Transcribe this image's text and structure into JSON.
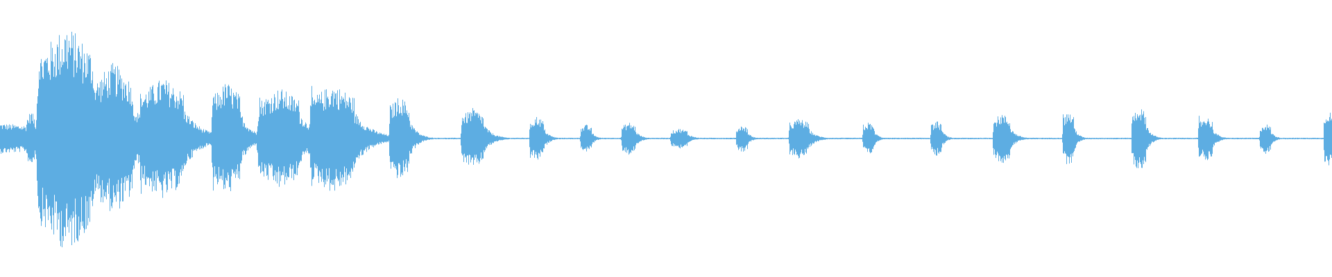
{
  "waveform": {
    "color": "#5dade2",
    "background": "#ffffff",
    "segments": [
      {
        "t": 0.0,
        "amp": 0.12,
        "dur": 0.035
      },
      {
        "t": 0.023,
        "amp": 0.22,
        "dur": 0.003
      },
      {
        "t": 0.05,
        "amp": 0.9,
        "dur": 0.02
      },
      {
        "t": 0.063,
        "amp": 0.03,
        "dur": 0.01
      },
      {
        "t": 0.085,
        "amp": 0.6,
        "dur": 0.014
      },
      {
        "t": 0.122,
        "amp": 0.48,
        "dur": 0.016
      },
      {
        "t": 0.14,
        "amp": 0.06,
        "dur": 0.006
      },
      {
        "t": 0.15,
        "amp": 0.05,
        "dur": 0.003
      },
      {
        "t": 0.17,
        "amp": 0.45,
        "dur": 0.01
      },
      {
        "t": 0.183,
        "amp": 0.04,
        "dur": 0.005
      },
      {
        "t": 0.21,
        "amp": 0.4,
        "dur": 0.015
      },
      {
        "t": 0.226,
        "amp": 0.05,
        "dur": 0.008
      },
      {
        "t": 0.25,
        "amp": 0.43,
        "dur": 0.016
      },
      {
        "t": 0.272,
        "amp": 0.03,
        "dur": 0.018
      },
      {
        "t": 0.3,
        "amp": 0.34,
        "dur": 0.007
      },
      {
        "t": 0.355,
        "amp": 0.24,
        "dur": 0.008
      },
      {
        "t": 0.403,
        "amp": 0.18,
        "dur": 0.005
      },
      {
        "t": 0.44,
        "amp": 0.11,
        "dur": 0.004
      },
      {
        "t": 0.472,
        "amp": 0.13,
        "dur": 0.005
      },
      {
        "t": 0.51,
        "amp": 0.08,
        "dur": 0.006
      },
      {
        "t": 0.557,
        "amp": 0.11,
        "dur": 0.004
      },
      {
        "t": 0.6,
        "amp": 0.16,
        "dur": 0.007
      },
      {
        "t": 0.652,
        "amp": 0.13,
        "dur": 0.004
      },
      {
        "t": 0.703,
        "amp": 0.14,
        "dur": 0.004
      },
      {
        "t": 0.752,
        "amp": 0.2,
        "dur": 0.006
      },
      {
        "t": 0.802,
        "amp": 0.22,
        "dur": 0.004
      },
      {
        "t": 0.855,
        "amp": 0.26,
        "dur": 0.005
      },
      {
        "t": 0.905,
        "amp": 0.18,
        "dur": 0.005
      },
      {
        "t": 0.95,
        "amp": 0.12,
        "dur": 0.004
      },
      {
        "t": 0.997,
        "amp": 0.24,
        "dur": 0.003
      }
    ]
  }
}
